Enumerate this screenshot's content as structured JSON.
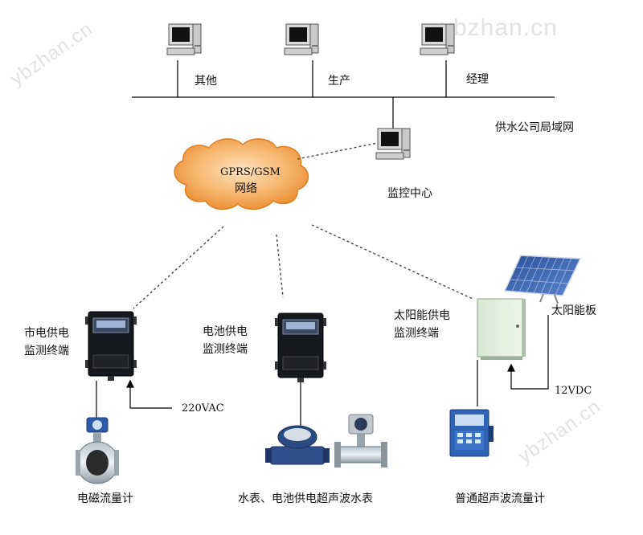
{
  "watermark": {
    "text_top": "ybzhan.cn",
    "text_left": "ybzhan.cn",
    "text_bottom": "ybzhan.cn"
  },
  "lan": {
    "name": "供水公司局域网",
    "terminals": [
      {
        "label": "其他"
      },
      {
        "label": "生产"
      },
      {
        "label": "经理"
      }
    ]
  },
  "monitor_center": {
    "label": "监控中心"
  },
  "network": {
    "line1": "GPRS/GSM",
    "line2": "网络"
  },
  "terminals": {
    "mains": {
      "line1": "市电供电",
      "line2": "监测终端"
    },
    "battery": {
      "line1": "电池供电",
      "line2": "监测终端"
    },
    "solar": {
      "line1": "太阳能供电",
      "line2": "监测终端"
    }
  },
  "solar_panel": {
    "label": "太阳能板"
  },
  "power": {
    "ac": "220VAC",
    "dc": "12VDC"
  },
  "instruments": {
    "electromagnetic": "电磁流量计",
    "water_meter": "水表、电池供电超声波水表",
    "ultrasonic": "普通超声波流量计"
  }
}
